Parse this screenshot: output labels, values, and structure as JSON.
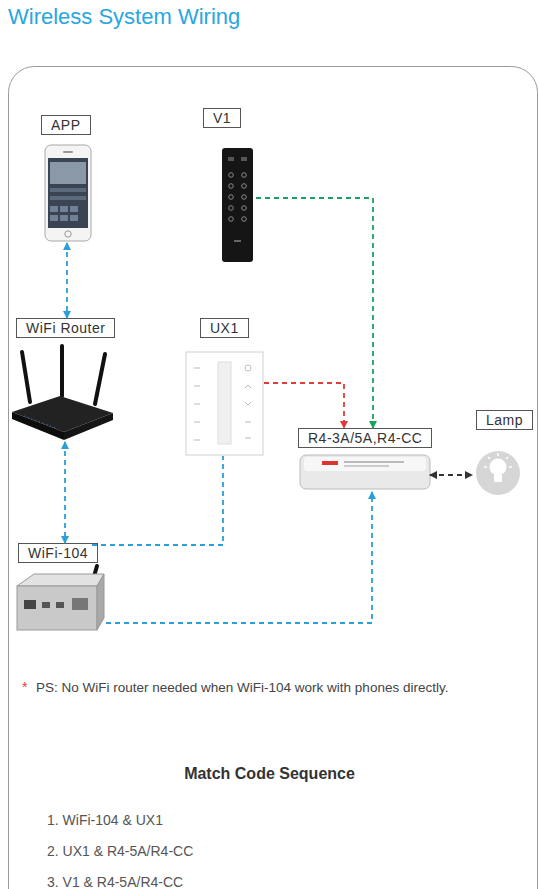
{
  "diagram": {
    "title": "Wireless System Wiring",
    "nodes": [
      {
        "text": [
          "APP"
        ]
      },
      {
        "text": [
          "V1"
        ]
      },
      {
        "text": [
          "WiFi Router"
        ]
      },
      {
        "text": [
          "UX1"
        ]
      },
      {
        "text": [
          "R4-3A/5A,R4-CC"
        ]
      },
      {
        "text": [
          "Lamp"
        ]
      },
      {
        "text": [
          "WiFi-104"
        ]
      }
    ],
    "edges": [
      {
        "from": 0,
        "to": 2,
        "arrow": "both"
      },
      {
        "from": 2,
        "to": 6,
        "arrow": "both"
      },
      {
        "from": 1,
        "to": 4,
        "arrow": "to"
      },
      {
        "from": 3,
        "to": 4,
        "arrow": "to"
      },
      {
        "from": 6,
        "to": 3,
        "arrow": "none"
      },
      {
        "from": 6,
        "to": 4,
        "arrow": "to"
      },
      {
        "from": 4,
        "to": 5,
        "arrow": "both"
      }
    ],
    "labels": [
      "*",
      "PS: No WiFi router needed when WiFi-104 work with phones directly.",
      "Match Code Sequence",
      "1. WiFi-104 & UX1",
      "2. UX1 & R4-5A/R4-CC",
      "3. V1 & R4-5A/R4-CC"
    ]
  }
}
